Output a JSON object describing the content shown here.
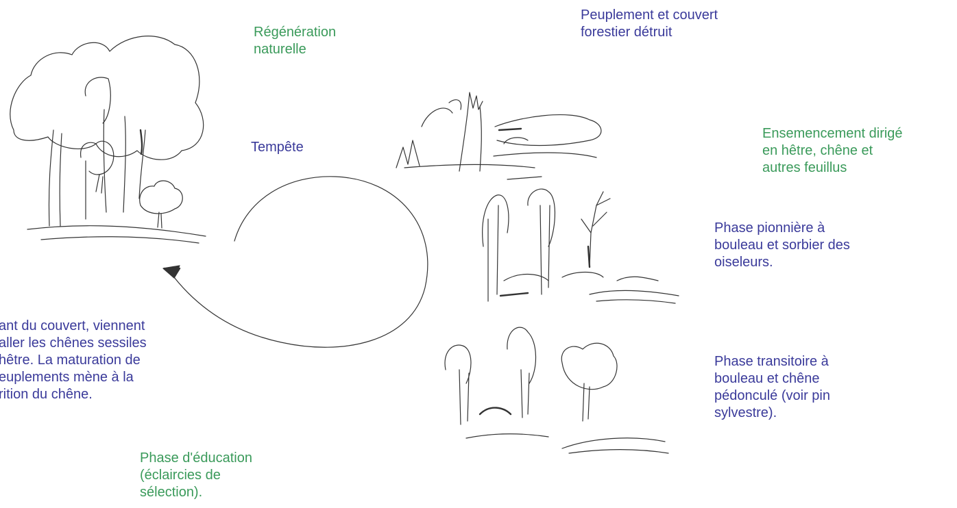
{
  "labels": {
    "natural_regeneration": "Régénération\nnaturelle",
    "destroyed_stand": "Peuplement et couvert\nforestier détruit",
    "storm": "Tempête",
    "directed_seeding": "Ensemencement dirigé\nen hêtre, chêne et\nautres feuillus",
    "pioneer_phase": "Phase pionnière à\nbouleau et sorbier des\noiseleurs.",
    "transition_phase": "Phase transitoire à\nbouleau et chêne\npédonculé (voir pin\nsylvestre).",
    "education_phase": "Phase d'éducation\n(éclaircies de\nsélection).",
    "canopy_text": "ant du couvert, viennent\naller les chênes sessiles\nhêtre. La maturation de\neuplements mène à la\nrition du chêne."
  },
  "colors": {
    "green_text": "#3a9a5a",
    "blue_text": "#3a3a9a",
    "sketch_stroke": "#333333"
  }
}
